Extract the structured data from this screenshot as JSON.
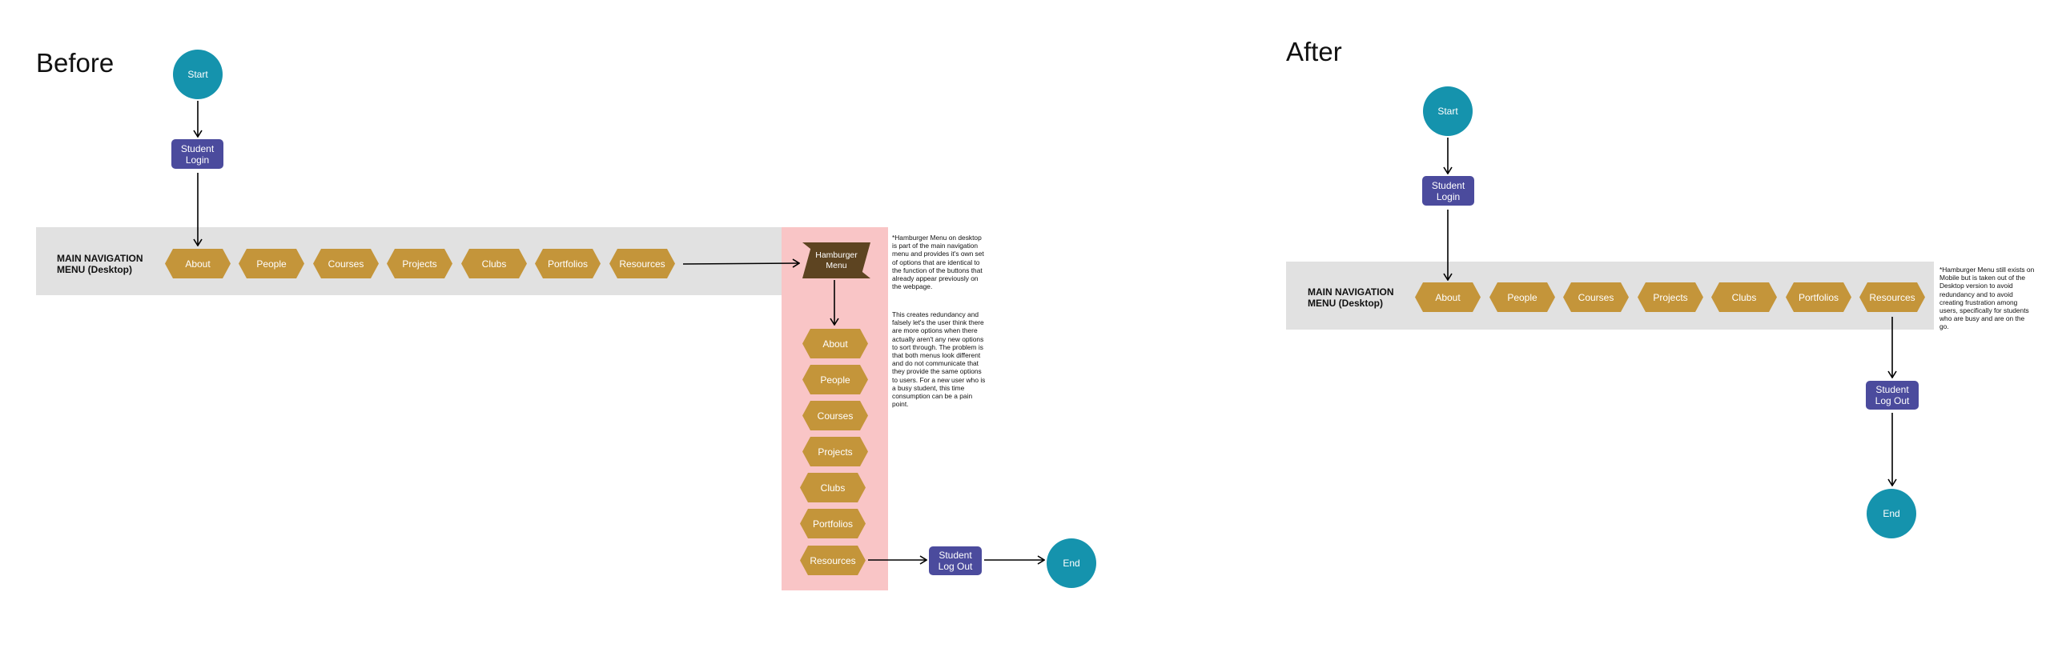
{
  "before": {
    "title": "Before",
    "start_label": "Start",
    "login_label": "Student\nLogin",
    "nav_label_line1": "MAIN NAVIGATION",
    "nav_label_line2": "MENU (Desktop)",
    "nav_items": [
      "About",
      "People",
      "Courses",
      "Projects",
      "Clubs",
      "Portfolios",
      "Resources"
    ],
    "hamburger_label": "Hamburger Menu",
    "hamburger_items": [
      "About",
      "People",
      "Courses",
      "Projects",
      "Clubs",
      "Portfolios",
      "Resources"
    ],
    "logout_label": "Student Log Out",
    "end_label": "End",
    "note_1": "*Hamburger Menu on desktop is part of the main navigation menu and provides it's own set of options that are identical to the function of the buttons that already appear previously on the webpage.",
    "note_2": "This creates redundancy and falsely let's the user think there are more options when there actually aren't any new options to sort through. The problem is that both menus look different and do not communicate that they provide the same options to users. For a new user who is a busy student, this time consumption can be a pain point."
  },
  "after": {
    "title": "After",
    "start_label": "Start",
    "login_label": "Student Login",
    "nav_label_line1": "MAIN NAVIGATION",
    "nav_label_line2": "MENU (Desktop)",
    "nav_items": [
      "About",
      "People",
      "Courses",
      "Projects",
      "Clubs",
      "Portfolios",
      "Resources"
    ],
    "logout_label": "Student Log Out",
    "end_label": "End",
    "note": "*Hamburger Menu still exists on Mobile but is taken out of the Desktop version to avoid redundancy and to avoid creating frustration among users, specifically for students who are busy and are on the go."
  },
  "colors": {
    "terminal": "#1593ad",
    "process": "#4b4b9d",
    "nav_item": "#c4953a",
    "hamburger": "#5d4421",
    "band": "#e1e1e1",
    "highlight": "#f9c5c6"
  }
}
